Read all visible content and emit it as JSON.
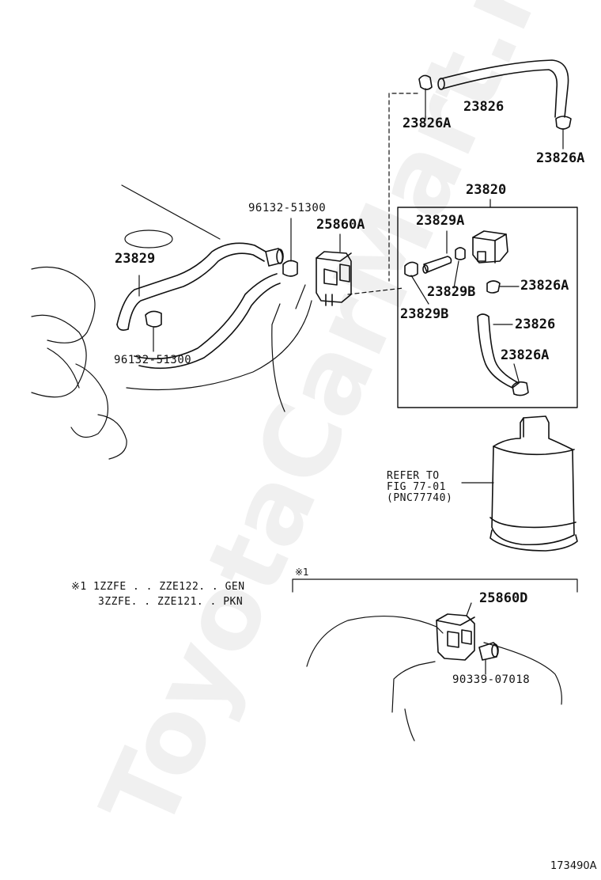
{
  "watermark": "ToyotaCarMart.ru",
  "labels": {
    "p23826_top": "23826",
    "p23826a_top_left": "23826A",
    "p23826a_top_right": "23826A",
    "p23820": "23820",
    "p96132_top": "96132-51300",
    "p25860a": "25860A",
    "p23829a": "23829A",
    "p23829": "23829",
    "p23829b_right": "23829B",
    "p23826a_mid": "23826A",
    "p23829b_left": "23829B",
    "p23826_mid": "23826",
    "p96132_bottom": "96132-51300",
    "p23826a_lower": "23826A",
    "p25860d": "25860D",
    "p90339": "90339-07018"
  },
  "reference": {
    "line1": "REFER TO",
    "line2": "FIG 77-01",
    "line3": "(PNC77740)"
  },
  "notes": {
    "mark": "※1",
    "line1": "※1  1ZZFE . . ZZE122. . GEN",
    "line2": "3ZZFE. . ZZE121. . PKN"
  },
  "figure_id": "173490A"
}
